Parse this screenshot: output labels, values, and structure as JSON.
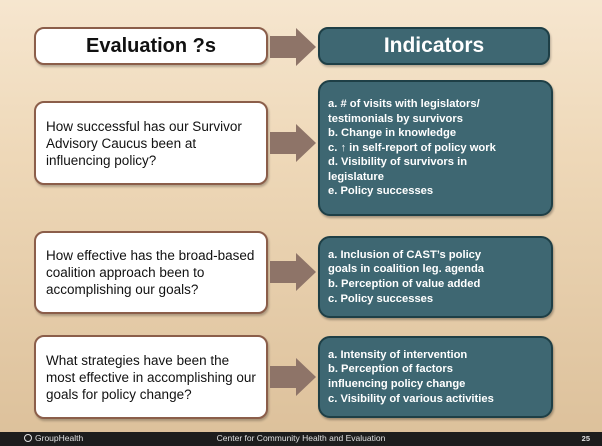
{
  "header": {
    "left_title": "Evaluation ?s",
    "right_title": "Indicators"
  },
  "rows": [
    {
      "question": "How successful has our Survivor Advisory Caucus been at influencing policy?",
      "indicators": [
        "a.  # of visits with legislators/",
        "testimonials by survivors",
        "b. Change in knowledge",
        "c. ↑ in self-report of policy work",
        "d. Visibility of survivors in",
        "legislature",
        "e. Policy successes"
      ]
    },
    {
      "question": "How effective has the broad-based coalition approach been to accomplishing our goals?",
      "indicators": [
        "a. Inclusion of CAST’s policy",
        "goals in coalition leg. agenda",
        "b. Perception of value added",
        "c. Policy successes"
      ]
    },
    {
      "question": "What strategies have been the most effective in accomplishing our goals for policy change?",
      "indicators": [
        "a. Intensity of intervention",
        "b. Perception of factors",
        "influencing policy change",
        "c. Visibility of various activities"
      ]
    }
  ],
  "footer": {
    "logo_text": "GroupHealth",
    "center_text": "Center for Community Health and Evaluation",
    "page_number": "25"
  },
  "colors": {
    "arrow": "#8e7468",
    "indicator_fill": "#3e6772",
    "question_border": "#8b5e4a"
  }
}
